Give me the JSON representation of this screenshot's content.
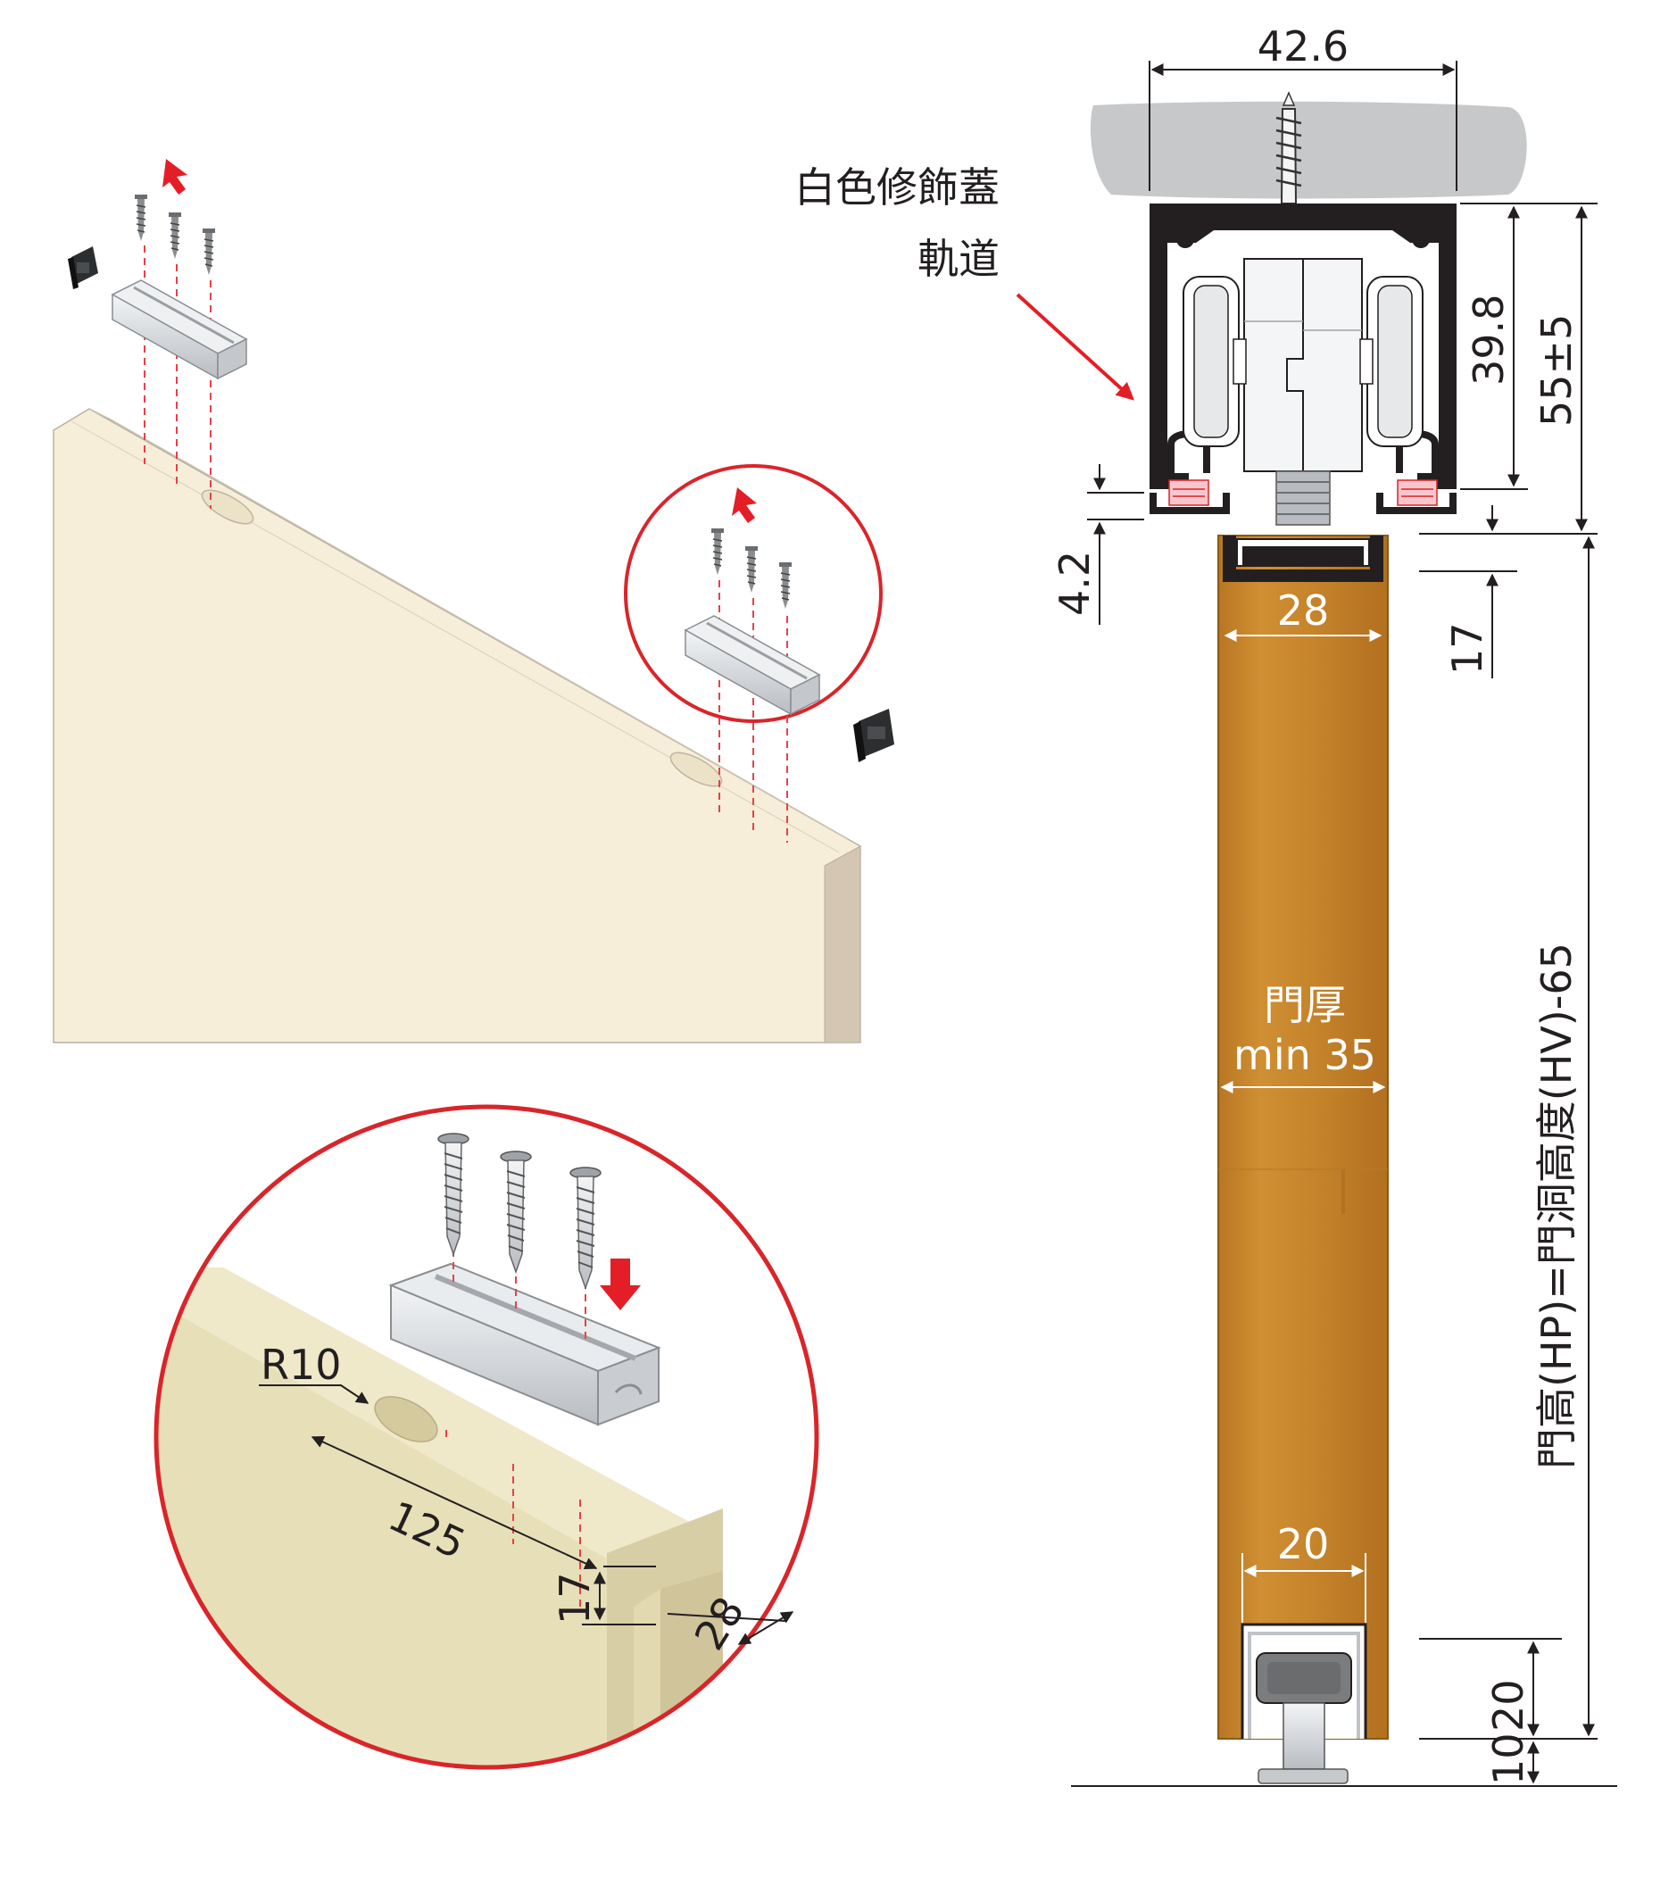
{
  "labels": {
    "trim_cover": "白色修飾蓋",
    "track": "軌道",
    "door_thickness": "門厚",
    "door_thickness_min": "min 35",
    "door_height_formula": "門高(HP)=門洞高度(HV)-65"
  },
  "dimensions": {
    "track_width": "42.6",
    "track_inner_height": "39.8",
    "track_total_height": "55±5",
    "gap": "4.2",
    "groove_depth_right": "17",
    "groove_width": "28",
    "bottom_guide_width": "20",
    "bottom_guide_height": "20",
    "floor_gap": "10",
    "radius": "R10",
    "slot_length": "125",
    "groove_depth_detail": "17",
    "groove_width_detail": "28"
  },
  "colors": {
    "door_wood": "#c8862a",
    "panel": "#f6eed8",
    "detail_panel": "#e7dfb8",
    "ceiling": "#c6c8ca",
    "track": "#231f20",
    "leader_arrow": "#e41e26",
    "circle": "#d9252a",
    "guide_line": "#e8404a"
  },
  "icons": [
    "screw-icon",
    "down-arrow-icon",
    "end-cap-icon",
    "rail-bracket-icon"
  ]
}
